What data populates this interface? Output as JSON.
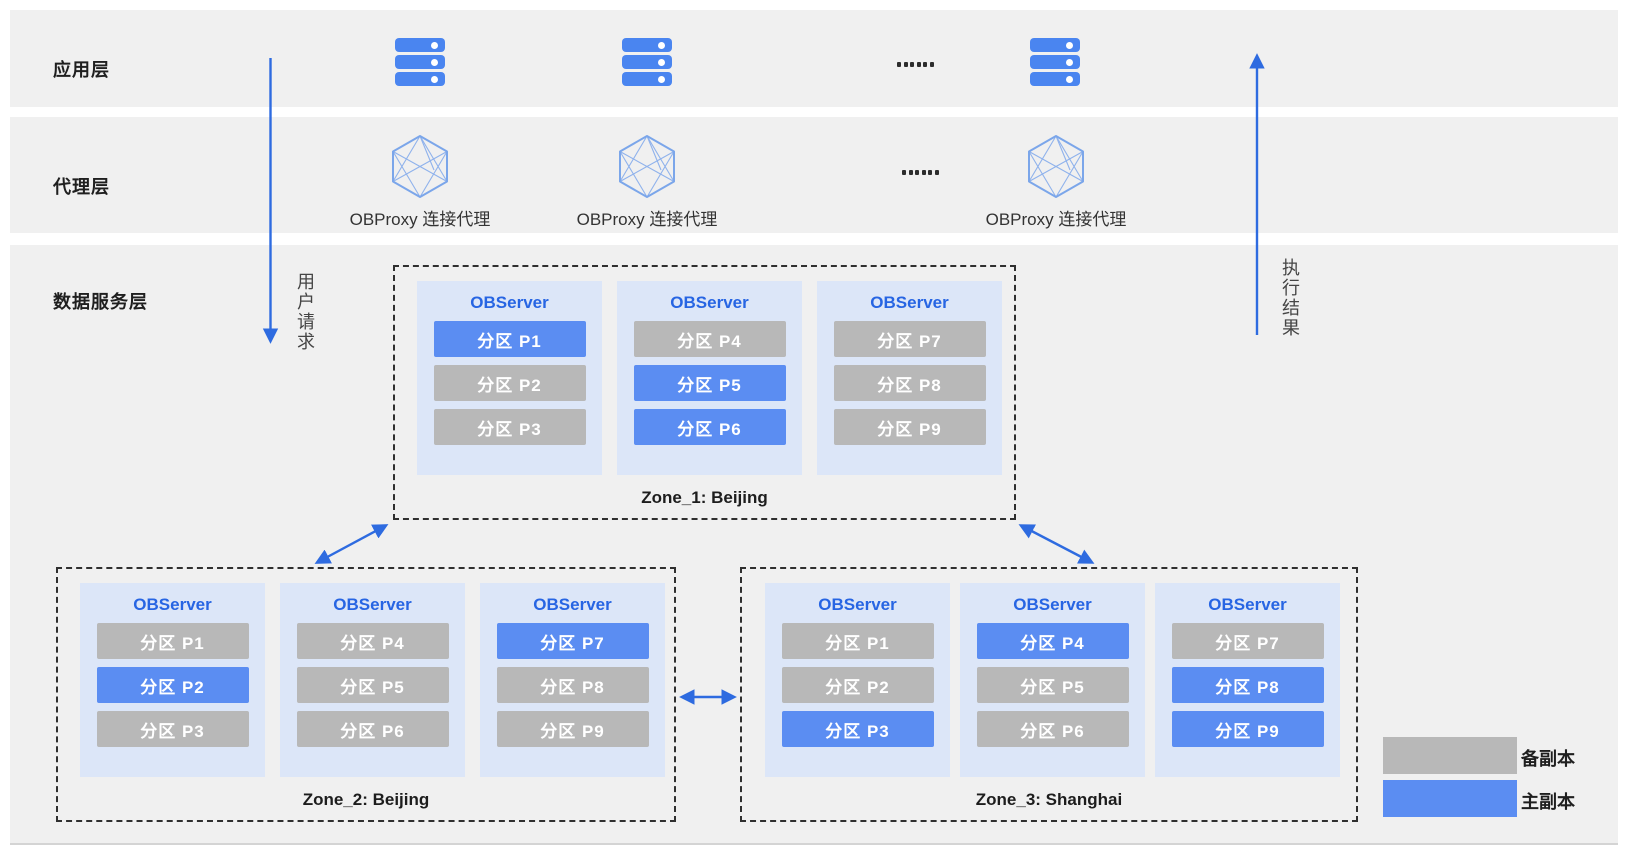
{
  "layers": {
    "app": {
      "label": "应用层",
      "ellipsis": "......"
    },
    "proxy": {
      "label": "代理层",
      "ellipsis": "......",
      "items": [
        "OBProxy 连接代理",
        "OBProxy 连接代理",
        "OBProxy 连接代理"
      ]
    },
    "data": {
      "label": "数据服务层"
    }
  },
  "flows": {
    "request": "用户请求",
    "result": "执行结果"
  },
  "zones": [
    {
      "name": "Zone_1: Beijing",
      "servers": [
        {
          "title": "OBServer",
          "partitions": [
            {
              "label": "分区 P1",
              "role": "primary"
            },
            {
              "label": "分区 P2",
              "role": "backup"
            },
            {
              "label": "分区 P3",
              "role": "backup"
            }
          ]
        },
        {
          "title": "OBServer",
          "partitions": [
            {
              "label": "分区 P4",
              "role": "backup"
            },
            {
              "label": "分区 P5",
              "role": "primary"
            },
            {
              "label": "分区 P6",
              "role": "primary"
            }
          ]
        },
        {
          "title": "OBServer",
          "partitions": [
            {
              "label": "分区 P7",
              "role": "backup"
            },
            {
              "label": "分区 P8",
              "role": "backup"
            },
            {
              "label": "分区 P9",
              "role": "backup"
            }
          ]
        }
      ]
    },
    {
      "name": "Zone_2: Beijing",
      "servers": [
        {
          "title": "OBServer",
          "partitions": [
            {
              "label": "分区 P1",
              "role": "backup"
            },
            {
              "label": "分区 P2",
              "role": "primary"
            },
            {
              "label": "分区 P3",
              "role": "backup"
            }
          ]
        },
        {
          "title": "OBServer",
          "partitions": [
            {
              "label": "分区 P4",
              "role": "backup"
            },
            {
              "label": "分区 P5",
              "role": "backup"
            },
            {
              "label": "分区 P6",
              "role": "backup"
            }
          ]
        },
        {
          "title": "OBServer",
          "partitions": [
            {
              "label": "分区 P7",
              "role": "primary"
            },
            {
              "label": "分区 P8",
              "role": "backup"
            },
            {
              "label": "分区 P9",
              "role": "backup"
            }
          ]
        }
      ]
    },
    {
      "name": "Zone_3: Shanghai",
      "servers": [
        {
          "title": "OBServer",
          "partitions": [
            {
              "label": "分区 P1",
              "role": "backup"
            },
            {
              "label": "分区 P2",
              "role": "backup"
            },
            {
              "label": "分区 P3",
              "role": "primary"
            }
          ]
        },
        {
          "title": "OBServer",
          "partitions": [
            {
              "label": "分区 P4",
              "role": "primary"
            },
            {
              "label": "分区 P5",
              "role": "backup"
            },
            {
              "label": "分区 P6",
              "role": "backup"
            }
          ]
        },
        {
          "title": "OBServer",
          "partitions": [
            {
              "label": "分区 P7",
              "role": "backup"
            },
            {
              "label": "分区 P8",
              "role": "primary"
            },
            {
              "label": "分区 P9",
              "role": "primary"
            }
          ]
        }
      ]
    }
  ],
  "legend": [
    {
      "label": "备副本",
      "role": "backup"
    },
    {
      "label": "主副本",
      "role": "primary"
    }
  ],
  "colors": {
    "primary_replica": "#5b8df2",
    "backup_replica": "#b8b8b8",
    "arrow_blue": "#2e6be0",
    "server_icon_blue": "#4a85f0",
    "observer_container_bg": "#dce6f8",
    "band_bg": "#f0f0f0",
    "observer_title_blue": "#2765e3"
  }
}
